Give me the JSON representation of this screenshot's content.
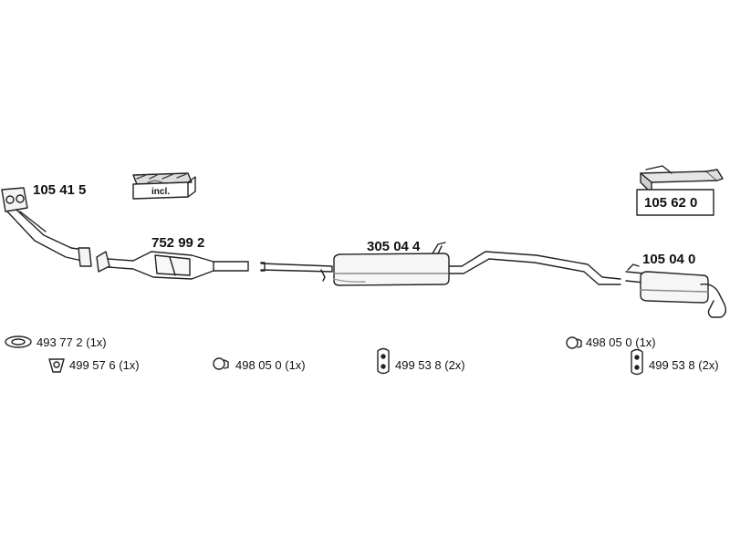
{
  "parts": {
    "downpipe": "105 41 5",
    "catalyst": "752 99 2",
    "centre_silencer": "305 04 4",
    "rear_silencer": "105 04 0",
    "kit": "105 62 0"
  },
  "incl_label": "incl.",
  "accessories": {
    "a1": {
      "code": "493 77 2",
      "qty": "(1x)"
    },
    "a2": {
      "code": "499 57 6",
      "qty": "(1x)"
    },
    "a3": {
      "code": "498 05 0",
      "qty": "(1x)"
    },
    "a4": {
      "code": "499 53 8",
      "qty": "(2x)"
    },
    "a5": {
      "code": "498 05 0",
      "qty": "(1x)"
    },
    "a6": {
      "code": "499 53 8",
      "qty": "(2x)"
    }
  }
}
